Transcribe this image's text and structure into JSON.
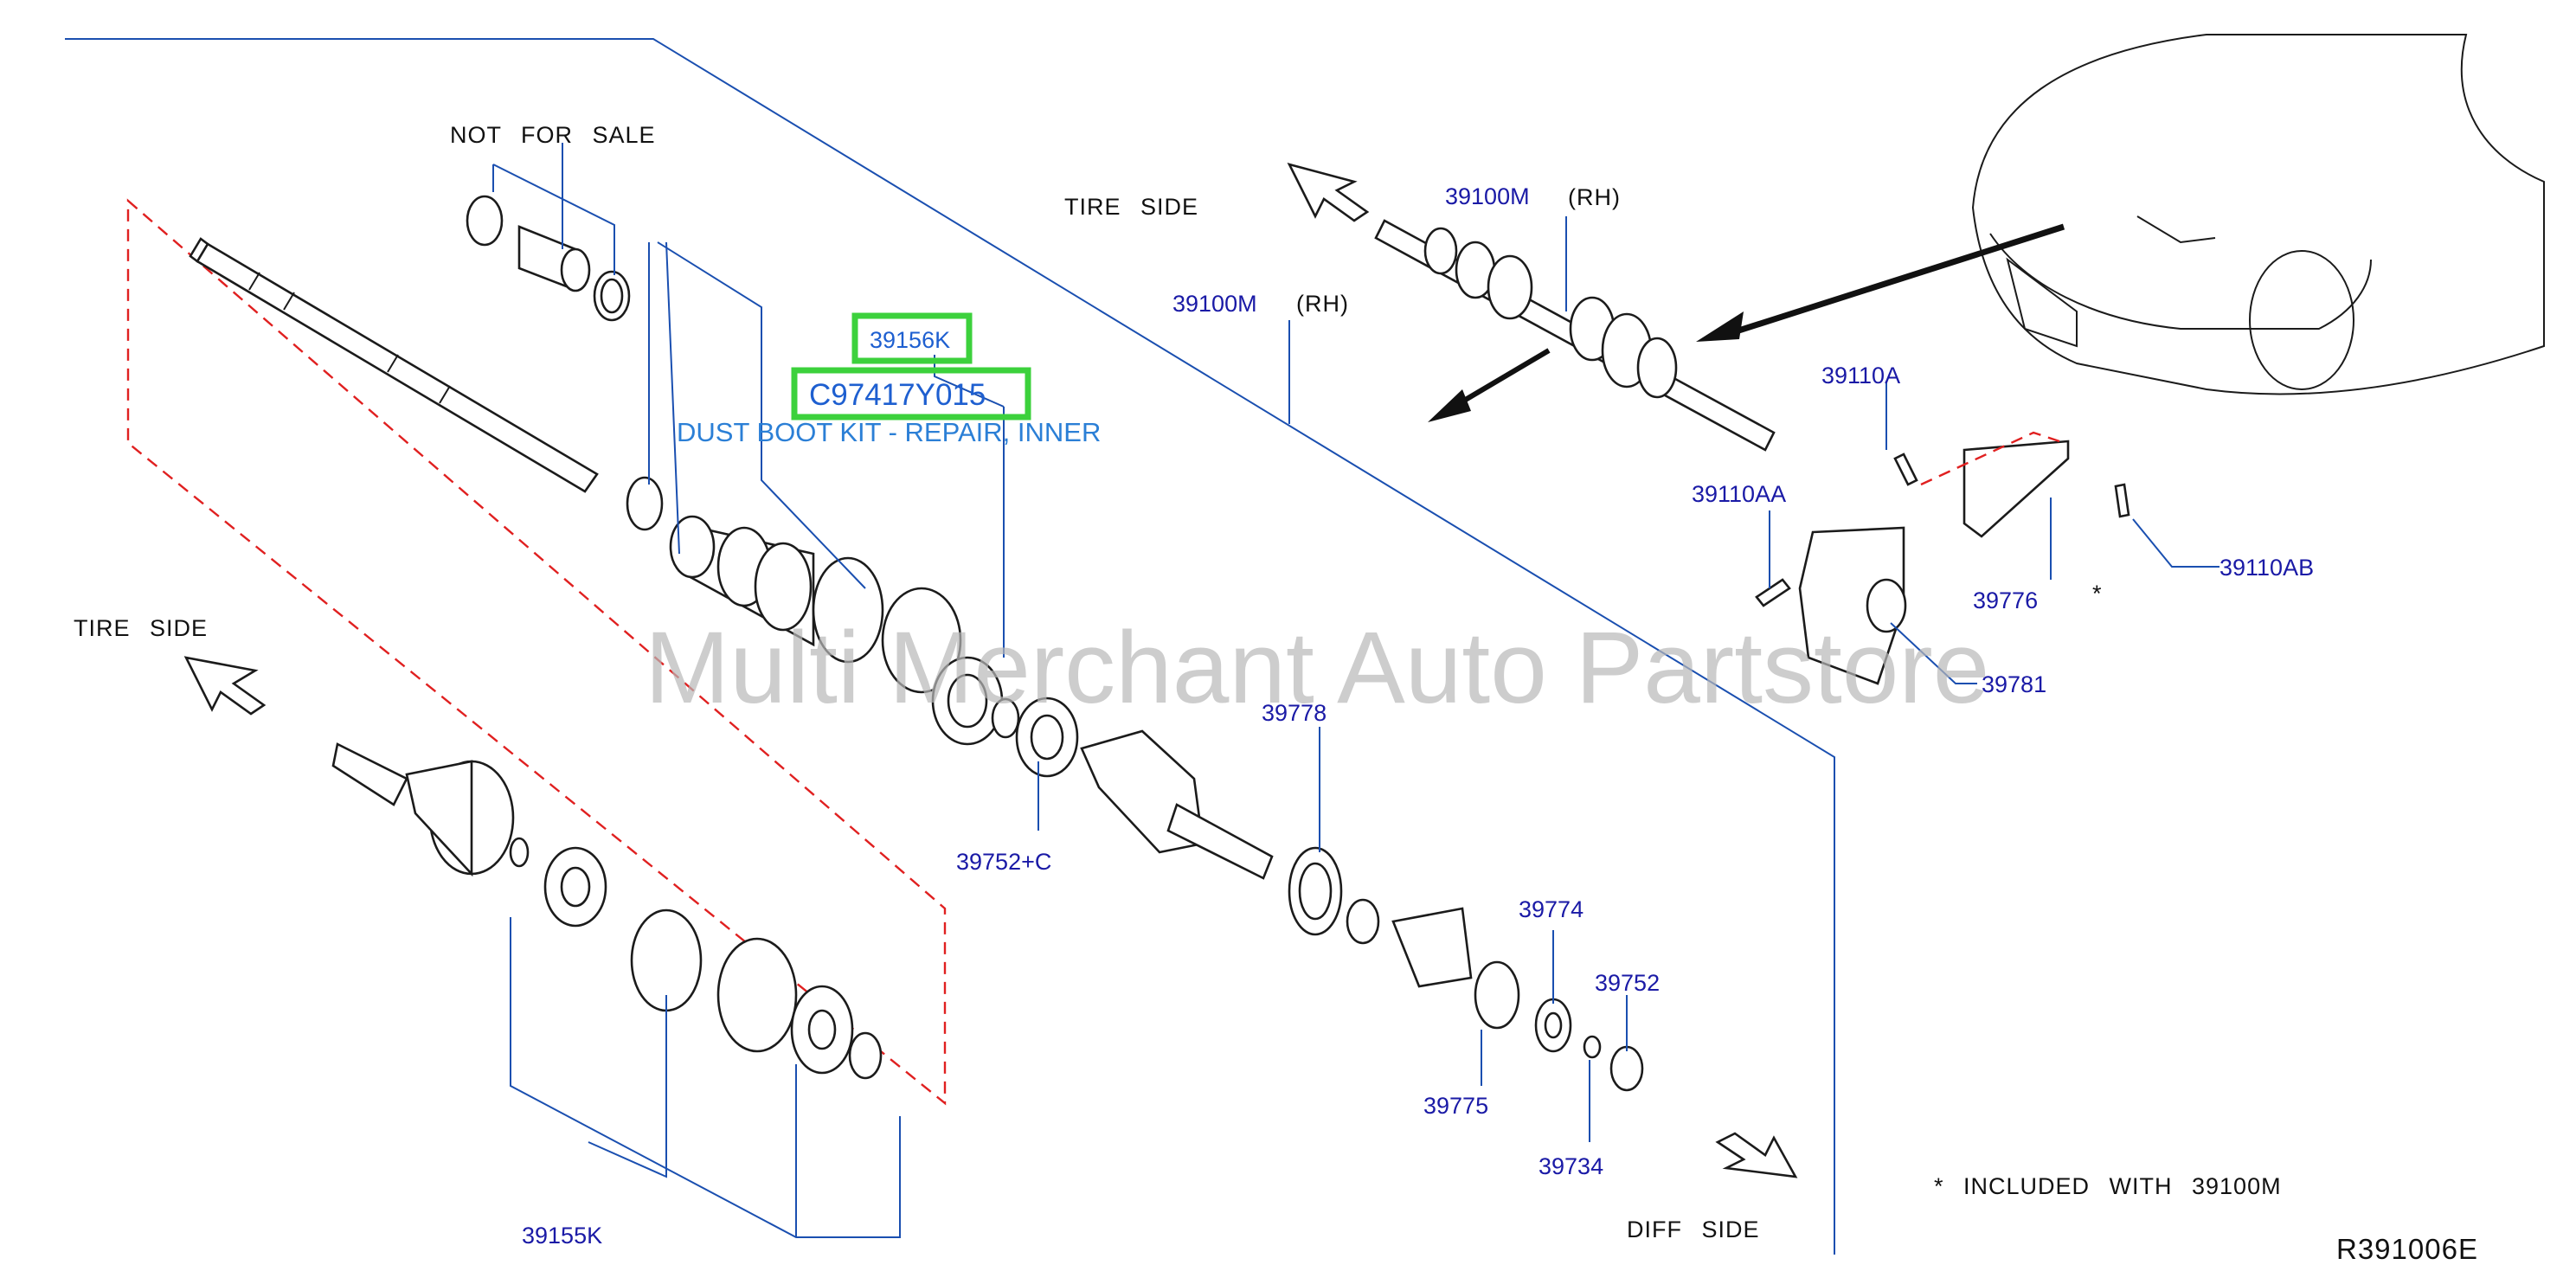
{
  "diagram": {
    "labels": {
      "not_for_sale": "NOT FOR SALE",
      "tire_side_top": "TIRE SIDE",
      "tire_side_left": "TIRE SIDE",
      "diff_side": "DIFF SIDE",
      "included_note": "* INCLUDED WITH 39100M",
      "asterisk": "*",
      "ref_code": "R391006E",
      "rh1": "(RH)",
      "rh2": "(RH)"
    },
    "parts": {
      "p39100M_a": "39100M",
      "p39100M_b": "39100M",
      "p39156K": "39156K",
      "pC97417Y015": "C97417Y015",
      "p39110A": "39110A",
      "p39110AA": "39110AA",
      "p39110AB": "39110AB",
      "p39776": "39776",
      "p39781": "39781",
      "p39778": "39778",
      "p39752C": "39752+C",
      "p39774": "39774",
      "p39752": "39752",
      "p39775": "39775",
      "p39734": "39734",
      "p39155K": "39155K"
    },
    "highlight": {
      "description": "DUST BOOT KIT - REPAIR, INNER"
    },
    "watermark": "Multi Merchant Auto Partstore"
  }
}
